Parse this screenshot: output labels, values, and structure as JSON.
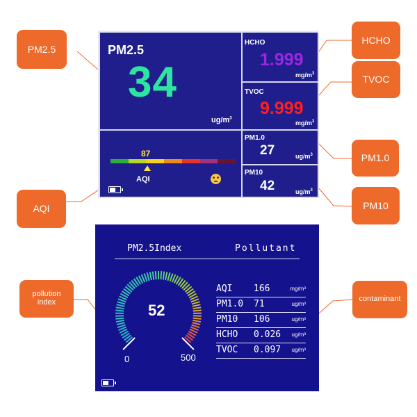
{
  "callouts": {
    "pm25": "PM2.5",
    "hcho": "HCHO",
    "tvoc": "TVOC",
    "aqi": "AQI",
    "pm10": "PM1.0",
    "pm100": "PM10",
    "pollution_index": "pollution index",
    "contaminant": "contaminant"
  },
  "top_screen": {
    "pm25": {
      "label": "PM2.5",
      "value": "34",
      "unit": "ug/m",
      "unit_sup": "3"
    },
    "hcho": {
      "label": "HCHO",
      "value": "1.999",
      "unit": "mg/m",
      "unit_sup": "3"
    },
    "tvoc": {
      "label": "TVOC",
      "value": "9.999",
      "unit": "mg/m",
      "unit_sup": "3"
    },
    "aqi": {
      "label": "AQI",
      "value": "87",
      "face_icon": "face-icon"
    },
    "pm1": {
      "label": "PM1.0",
      "value": "27",
      "unit": "ug/m",
      "unit_sup": "3"
    },
    "pm10": {
      "label": "PM10",
      "value": "42",
      "unit": "ug/m",
      "unit_sup": "3"
    },
    "battery_icon": "battery-icon",
    "colors": {
      "background": "#1f1e8c",
      "pm25_value": "#2ee5a0",
      "hcho_value": "#9b28e0",
      "tvoc_value": "#ff1f1f",
      "aqi_bar": [
        "#2fae3b",
        "#b7d62a",
        "#f2d21e",
        "#f08a1d",
        "#e8332a",
        "#a0327e",
        "#6a1530"
      ]
    }
  },
  "bottom_screen": {
    "index_title": "PM2.5Index",
    "pollutant_title": "Pollutant",
    "gauge": {
      "value": "52",
      "min": "0",
      "max": "500"
    },
    "rows": [
      {
        "key": "AQI",
        "value": "166",
        "unit": "mg/m³"
      },
      {
        "key": "PM1.0",
        "value": "71",
        "unit": "ug/m³"
      },
      {
        "key": "PM10",
        "value": "106",
        "unit": "ug/m³"
      },
      {
        "key": "HCHO",
        "value": "0.026",
        "unit": "ug/m³"
      },
      {
        "key": "TVOC",
        "value": "0.097",
        "unit": "ug/m³"
      }
    ],
    "battery_icon": "battery-icon"
  }
}
